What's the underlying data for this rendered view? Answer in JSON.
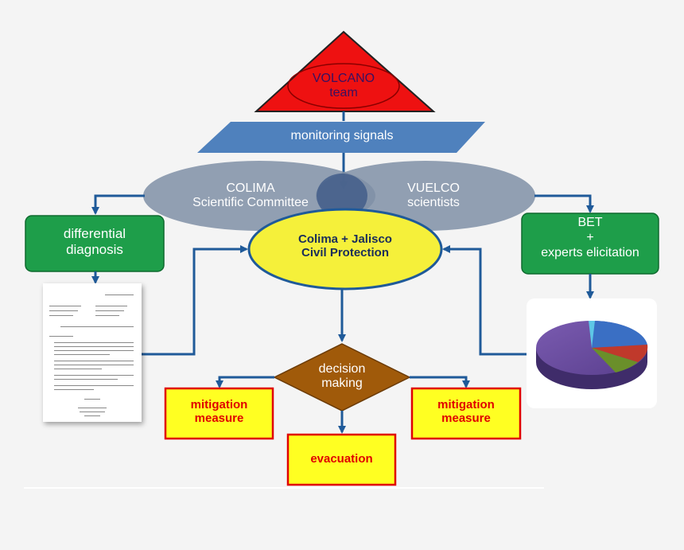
{
  "nodes": {
    "volcano": [
      "VOLCANO",
      "team"
    ],
    "monitoring": "monitoring signals",
    "colima": [
      "COLIMA",
      "Scientific Committee"
    ],
    "vuelco": [
      "VUELCO",
      "scientists"
    ],
    "differential": [
      "differential",
      "diagnosis"
    ],
    "civil": [
      "Colima + Jalisco",
      "Civil Protection"
    ],
    "bet": [
      "BET",
      "+",
      "experts elicitation"
    ],
    "decision": [
      "decision",
      "making"
    ],
    "mitigation_left": [
      "mitigation",
      "measure"
    ],
    "mitigation_right": [
      "mitigation",
      "measure"
    ],
    "evacuation": "evacuation"
  },
  "colors": {
    "volcano_fill": "#ee1111",
    "monitoring_fill": "#4f81bd",
    "ellipse_fill": "#7f8fa6",
    "green_box": "#1e9e4a",
    "civil_fill": "#f5f03a",
    "decision_fill": "#a05a0a",
    "action_fill": "#ffff22",
    "action_text": "#e00000",
    "arrow": "#1f5a99"
  },
  "icons": {
    "document": "letter-document-thumbnail",
    "pie": "3d-pie-chart-thumbnail"
  }
}
